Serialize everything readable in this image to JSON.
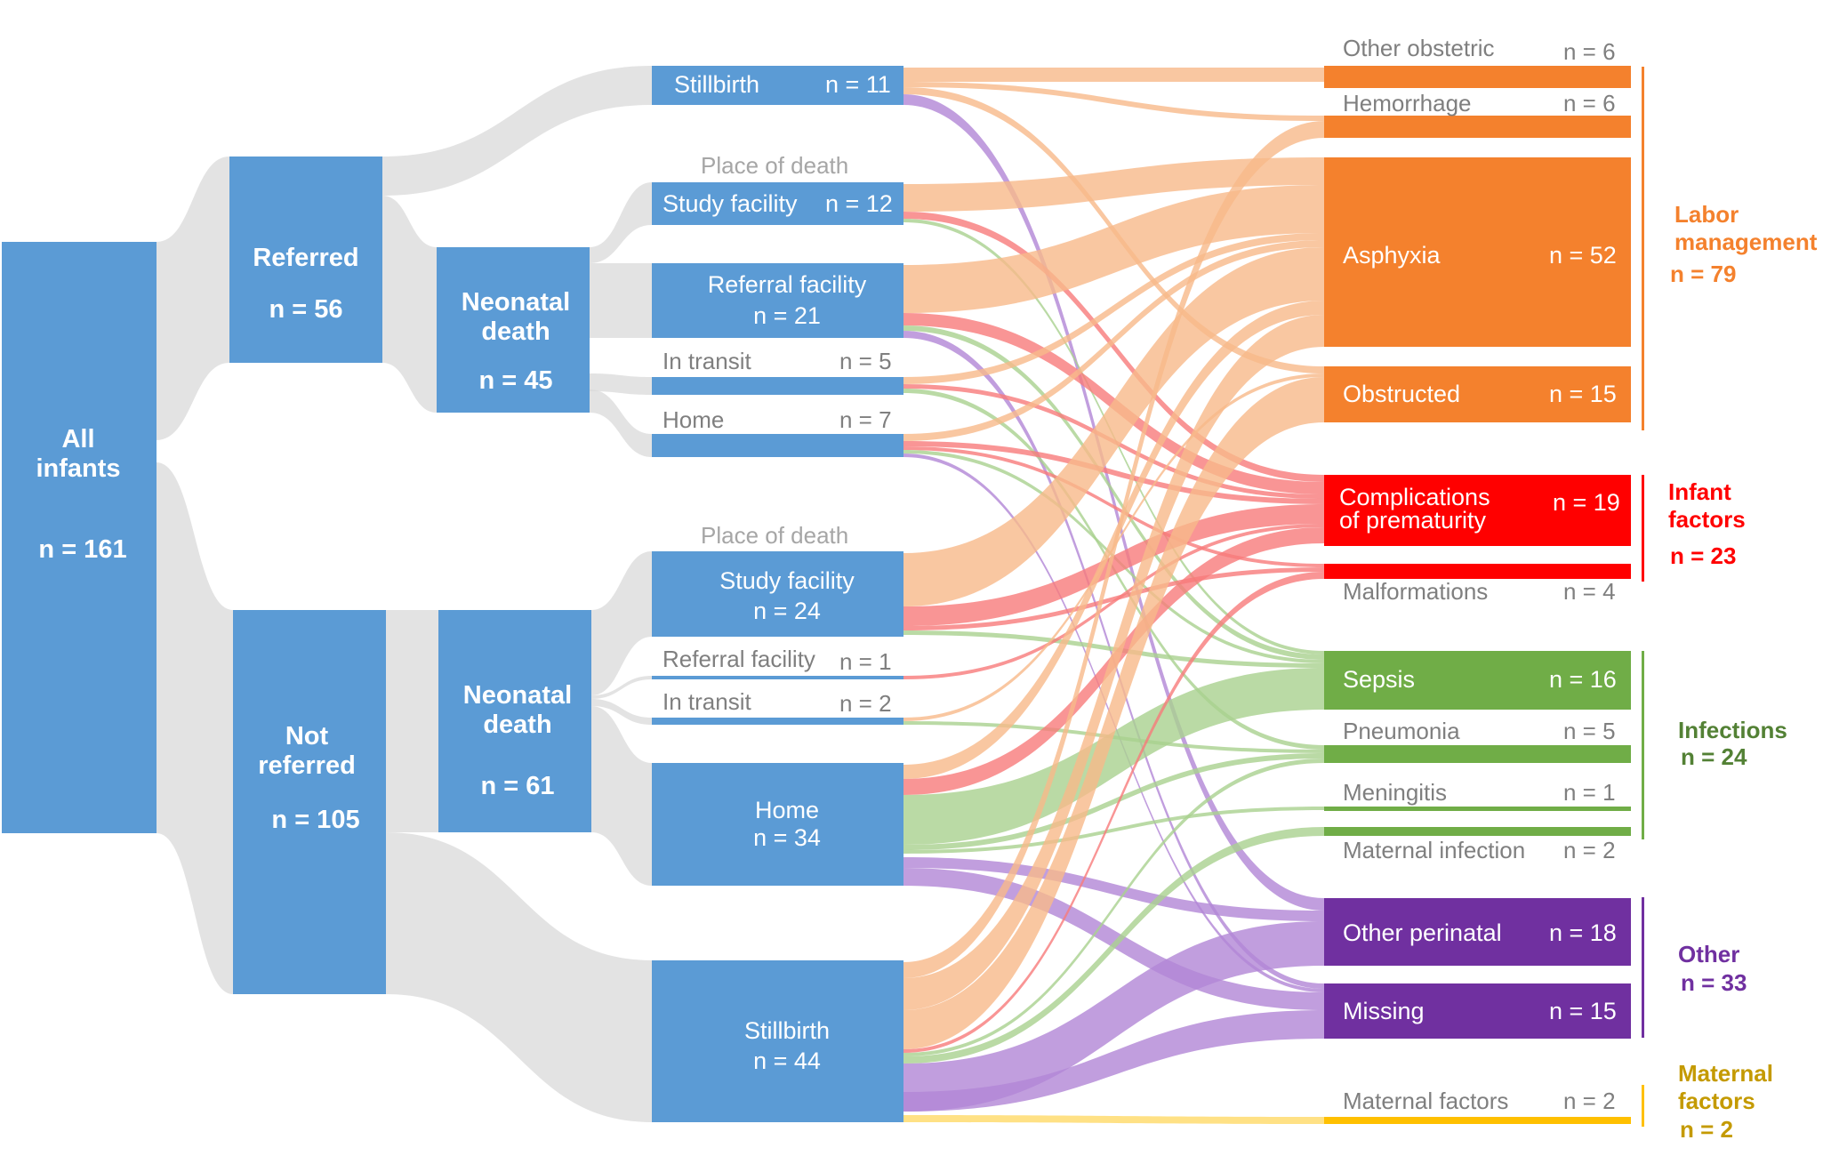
{
  "colors": {
    "blue": "#5b9bd5",
    "gray_flow": "#d9d9d9",
    "orange": "#f4812d",
    "orange_flow": "#f8b98a",
    "red": "#ff0000",
    "red_flow": "#f77b7b",
    "green": "#70ad47",
    "green_flow": "#a9d18e",
    "purple": "#7030a0",
    "purple_flow": "#b186d6",
    "gold": "#ffc000",
    "gold_flow": "#ffd966"
  },
  "nodes": {
    "all": {
      "title": "All infants",
      "n": "n = 161"
    },
    "referred": {
      "title": "Referred",
      "n": "n = 56"
    },
    "not_referred": {
      "title": "Not referred",
      "n": "n = 105"
    },
    "nd_ref": {
      "title": "Neonatal death",
      "n": "n = 45"
    },
    "nd_nref": {
      "title": "Neonatal death",
      "n": "n = 61"
    },
    "place_label_1": "Place of death",
    "place_label_2": "Place of death",
    "r_stillbirth": {
      "title": "Stillbirth",
      "n": "n = 11"
    },
    "r_study": {
      "title": "Study facility",
      "n": "n = 12"
    },
    "r_referral": {
      "title": "Referral facility",
      "n": "n = 21"
    },
    "r_transit": {
      "title": "In transit",
      "n": "n = 5"
    },
    "r_home": {
      "title": "Home",
      "n": "n = 7"
    },
    "n_study": {
      "title": "Study facility",
      "n": "n = 24"
    },
    "n_referral": {
      "title": "Referral facility",
      "n": "n = 1"
    },
    "n_transit": {
      "title": "In transit",
      "n": "n = 2"
    },
    "n_home": {
      "title": "Home",
      "n": "n = 34"
    },
    "n_stillbirth": {
      "title": "Stillbirth",
      "n": "n = 44"
    }
  },
  "causes": {
    "other_obstetric": {
      "title": "Other obstetric",
      "n": "n = 6"
    },
    "hemorrhage": {
      "title": "Hemorrhage",
      "n": "n = 6"
    },
    "asphyxia": {
      "title": "Asphyxia",
      "n": "n = 52"
    },
    "obstructed": {
      "title": "Obstructed",
      "n": "n = 15"
    },
    "prematurity": {
      "title1": "Complications",
      "title2": "of prematurity",
      "n": "n = 19"
    },
    "malformations": {
      "title": "Malformations",
      "n": "n = 4"
    },
    "sepsis": {
      "title": "Sepsis",
      "n": "n = 16"
    },
    "pneumonia": {
      "title": "Pneumonia",
      "n": "n = 5"
    },
    "meningitis": {
      "title": "Meningitis",
      "n": "n = 1"
    },
    "maternal_infection": {
      "title": "Maternal infection",
      "n": "n = 2"
    },
    "other_perinatal": {
      "title": "Other perinatal",
      "n": "n = 18"
    },
    "missing": {
      "title": "Missing",
      "n": "n = 15"
    },
    "maternal_factors": {
      "title": "Maternal factors",
      "n": "n = 2"
    }
  },
  "groups": {
    "labor": {
      "line1": "Labor",
      "line2": "management",
      "n": "n = 79"
    },
    "infant": {
      "line1": "Infant",
      "line2": "factors",
      "n": "n = 23"
    },
    "infections": {
      "line1": "Infections",
      "n": "n = 24"
    },
    "other": {
      "line1": "Other",
      "n": "n = 33"
    },
    "maternal": {
      "line1": "Maternal",
      "line2": "factors",
      "n": "n = 2"
    }
  }
}
